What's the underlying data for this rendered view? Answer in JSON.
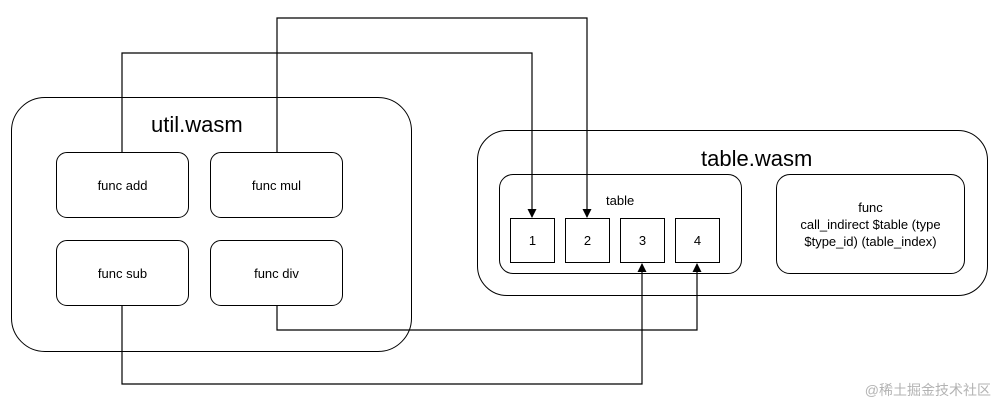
{
  "util_module": {
    "title": "util.wasm",
    "functions": [
      "func add",
      "func mul",
      "func sub",
      "func div"
    ]
  },
  "table_module": {
    "title": "table.wasm",
    "table_label": "table",
    "slots": [
      "1",
      "2",
      "3",
      "4"
    ],
    "func_text": "func\ncall_indirect $table (type\n$type_id) (table_index)"
  },
  "watermark": "@稀土掘金技术社区"
}
